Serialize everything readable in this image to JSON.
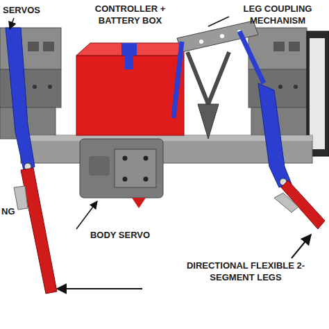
{
  "diagram": {
    "labels": [
      "SERVOS",
      "CONTROLLER + BATTERY BOX",
      "LEG COUPLING MECHANISM",
      "NG",
      "BODY SERVO",
      "DIRECTIONAL FLEXIBLE 2-SEGMENT LEGS"
    ]
  }
}
